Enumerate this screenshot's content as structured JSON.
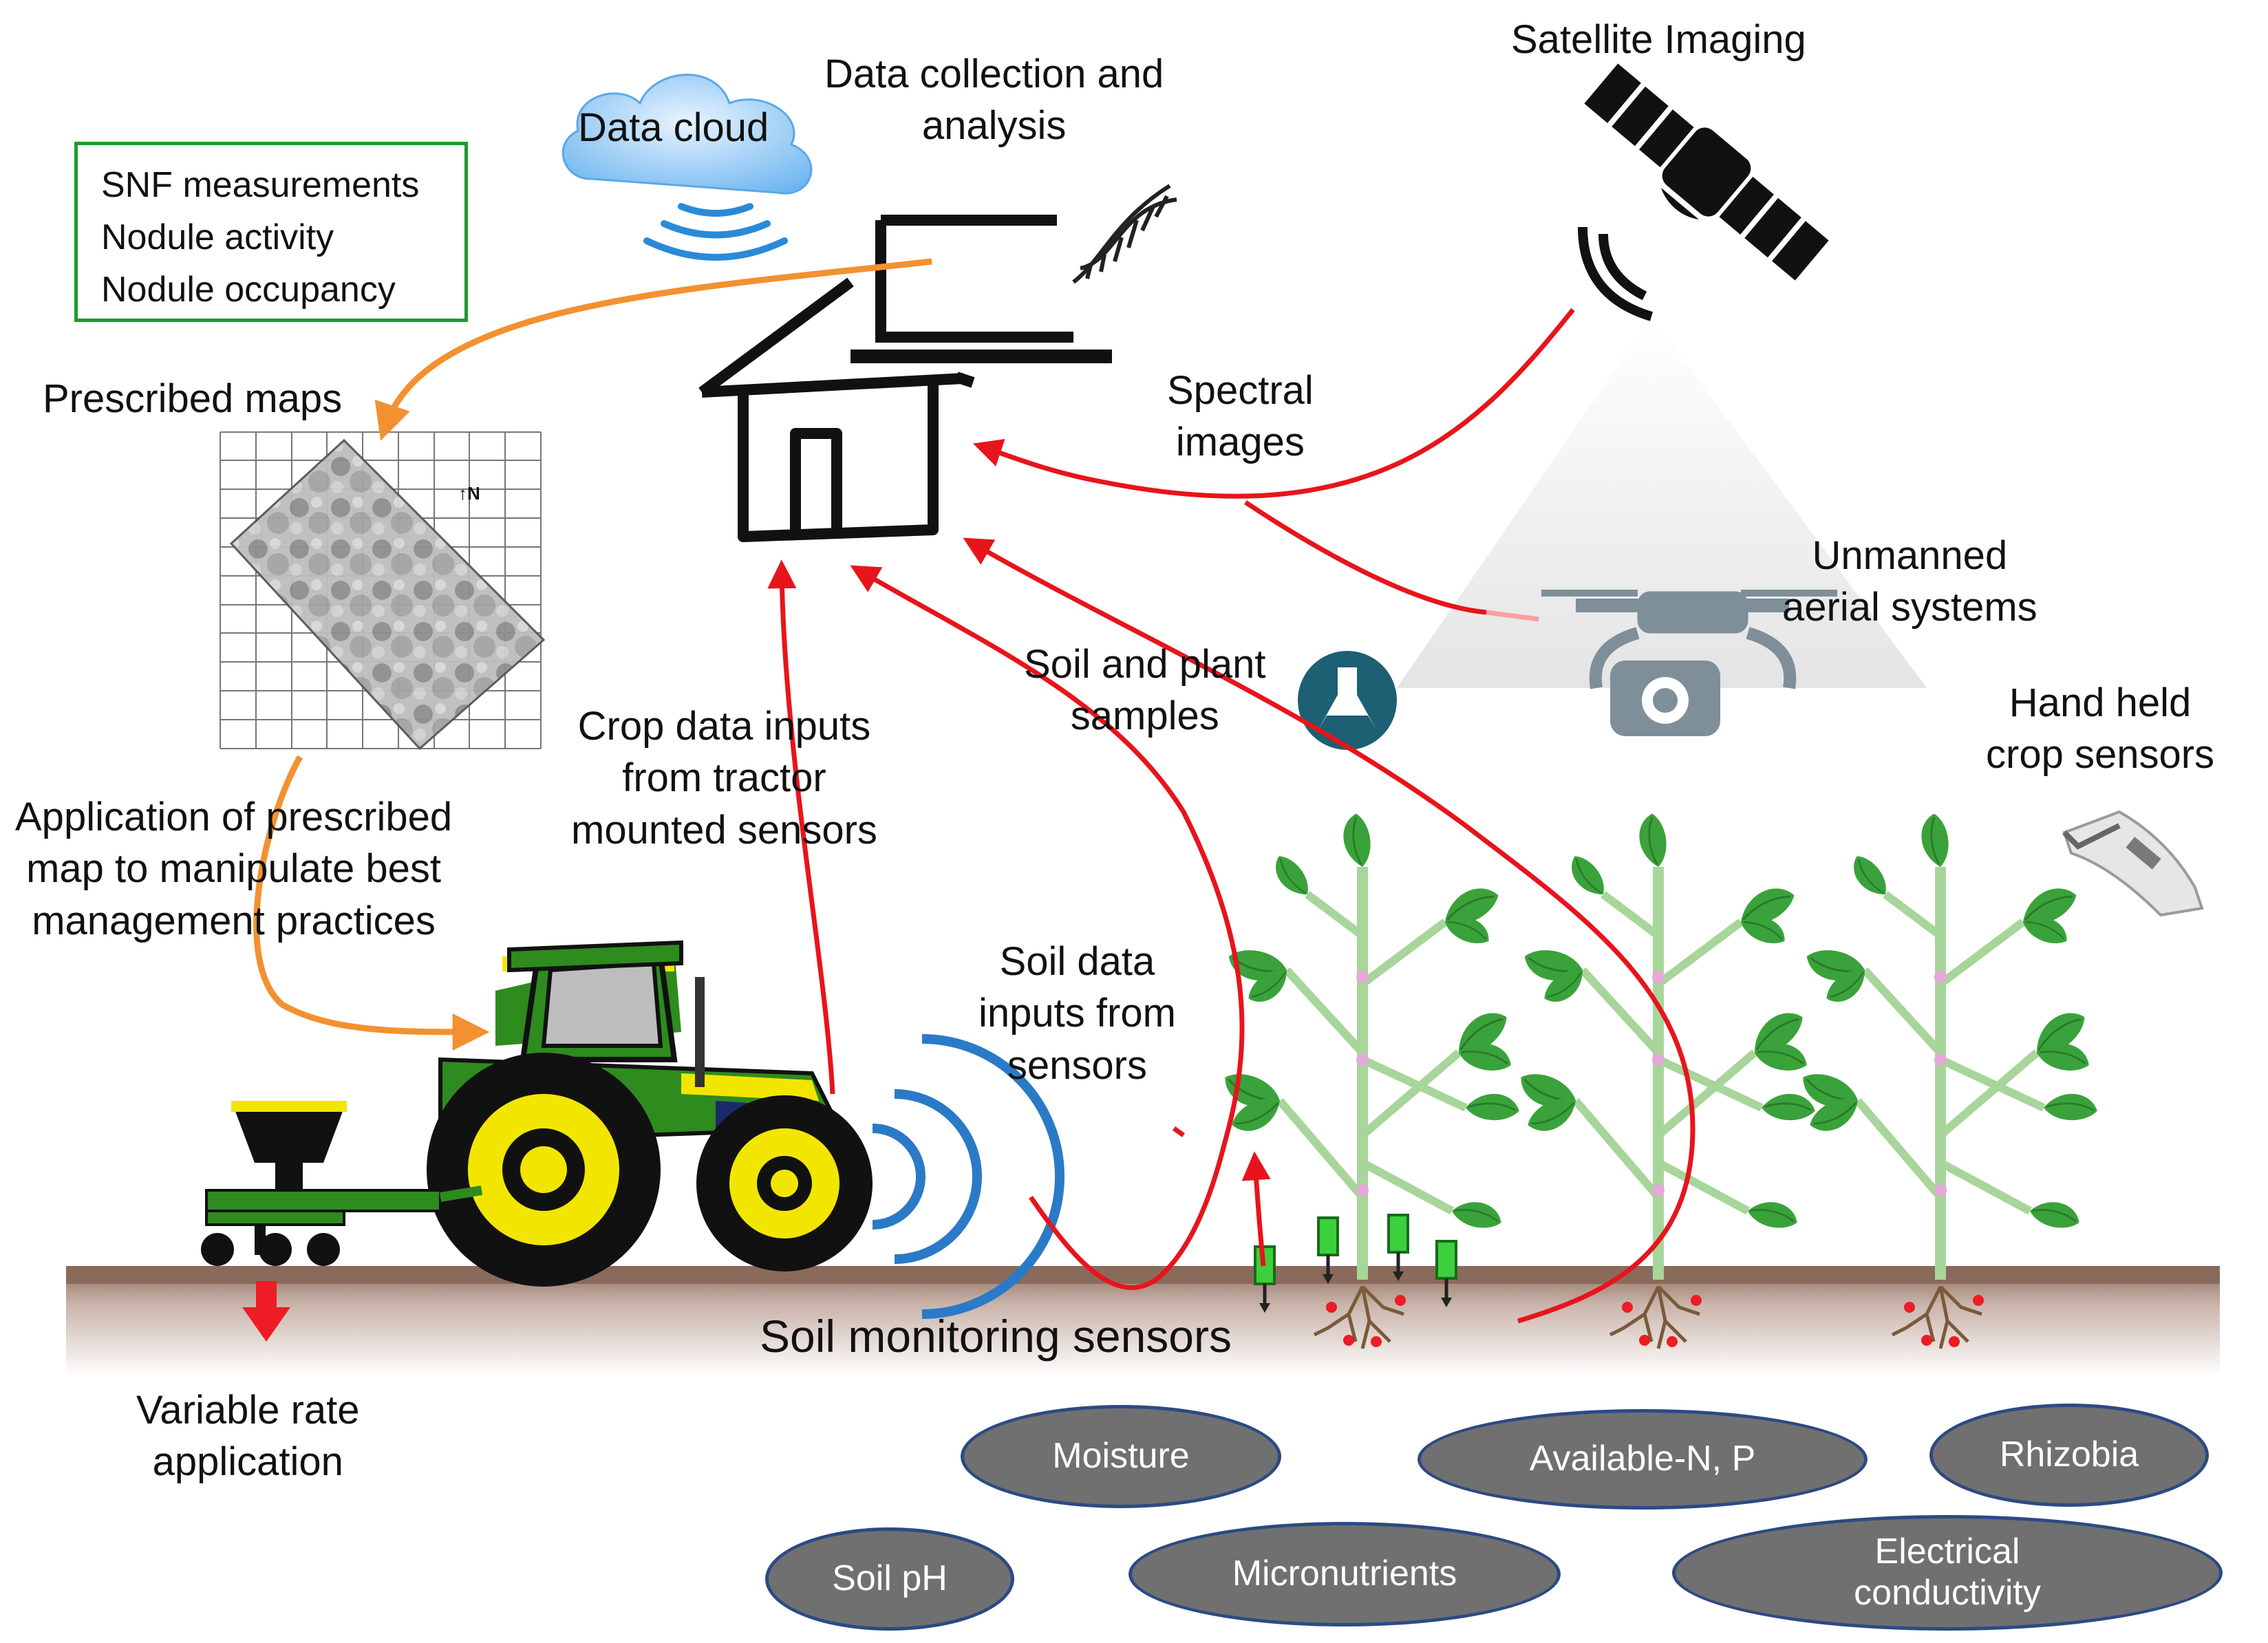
{
  "labels": {
    "data_cloud": "Data cloud",
    "data_collection": [
      "Data collection and",
      "analysis"
    ],
    "satellite": "Satellite Imaging",
    "spectral": [
      "Spectral",
      "images"
    ],
    "unmanned": [
      "Unmanned",
      "aerial systems"
    ],
    "prescribed_maps": "Prescribed maps",
    "application": [
      "Application of prescribed",
      "map to manipulate best",
      "management practices"
    ],
    "crop_data": [
      "Crop data inputs",
      "from tractor",
      "mounted sensors"
    ],
    "soil_plant": [
      "Soil and plant",
      "samples"
    ],
    "hand_held": [
      "Hand held",
      "crop sensors"
    ],
    "soil_data": [
      "Soil data",
      "inputs from",
      "sensors"
    ],
    "variable_rate": [
      "Variable rate",
      "application"
    ],
    "soil_monitoring": "Soil monitoring sensors",
    "north": "↑N"
  },
  "snf_box": [
    "SNF measurements",
    "Nodule activity",
    "Nodule occupancy"
  ],
  "sensor_ovals": {
    "moisture": [
      "Moisture"
    ],
    "available_np": [
      "Available-N, P"
    ],
    "rhizobia": [
      "Rhizobia"
    ],
    "soil_ph": [
      "Soil pH"
    ],
    "micronutrients": [
      "Micronutrients"
    ],
    "electrical_conductivity": [
      "Electrical",
      "conductivity"
    ]
  },
  "colors": {
    "data_flow_arrow": "#e8141c",
    "map_flow_arrow": "#f39130",
    "snf_box_border": "#1e9a2e",
    "oval_fill": "#707070",
    "oval_border": "#2c4a83",
    "soil": "#8a6a5a",
    "tractor_green": "#2e8b1e",
    "tractor_yellow": "#f2e600",
    "plant_green": "#3aa23a",
    "signal_blue": "#1f6fb8"
  },
  "icons": [
    "cloud-icon",
    "laptop-icon",
    "dna-icon",
    "house-icon",
    "satellite-icon",
    "drone-icon",
    "camera-icon",
    "flask-icon",
    "handheld-sensor-icon",
    "tractor-icon",
    "spreader-icon",
    "soil-probe-icon",
    "plant-icon",
    "root-icon",
    "wireless-signal-icon",
    "map-grid-icon"
  ]
}
